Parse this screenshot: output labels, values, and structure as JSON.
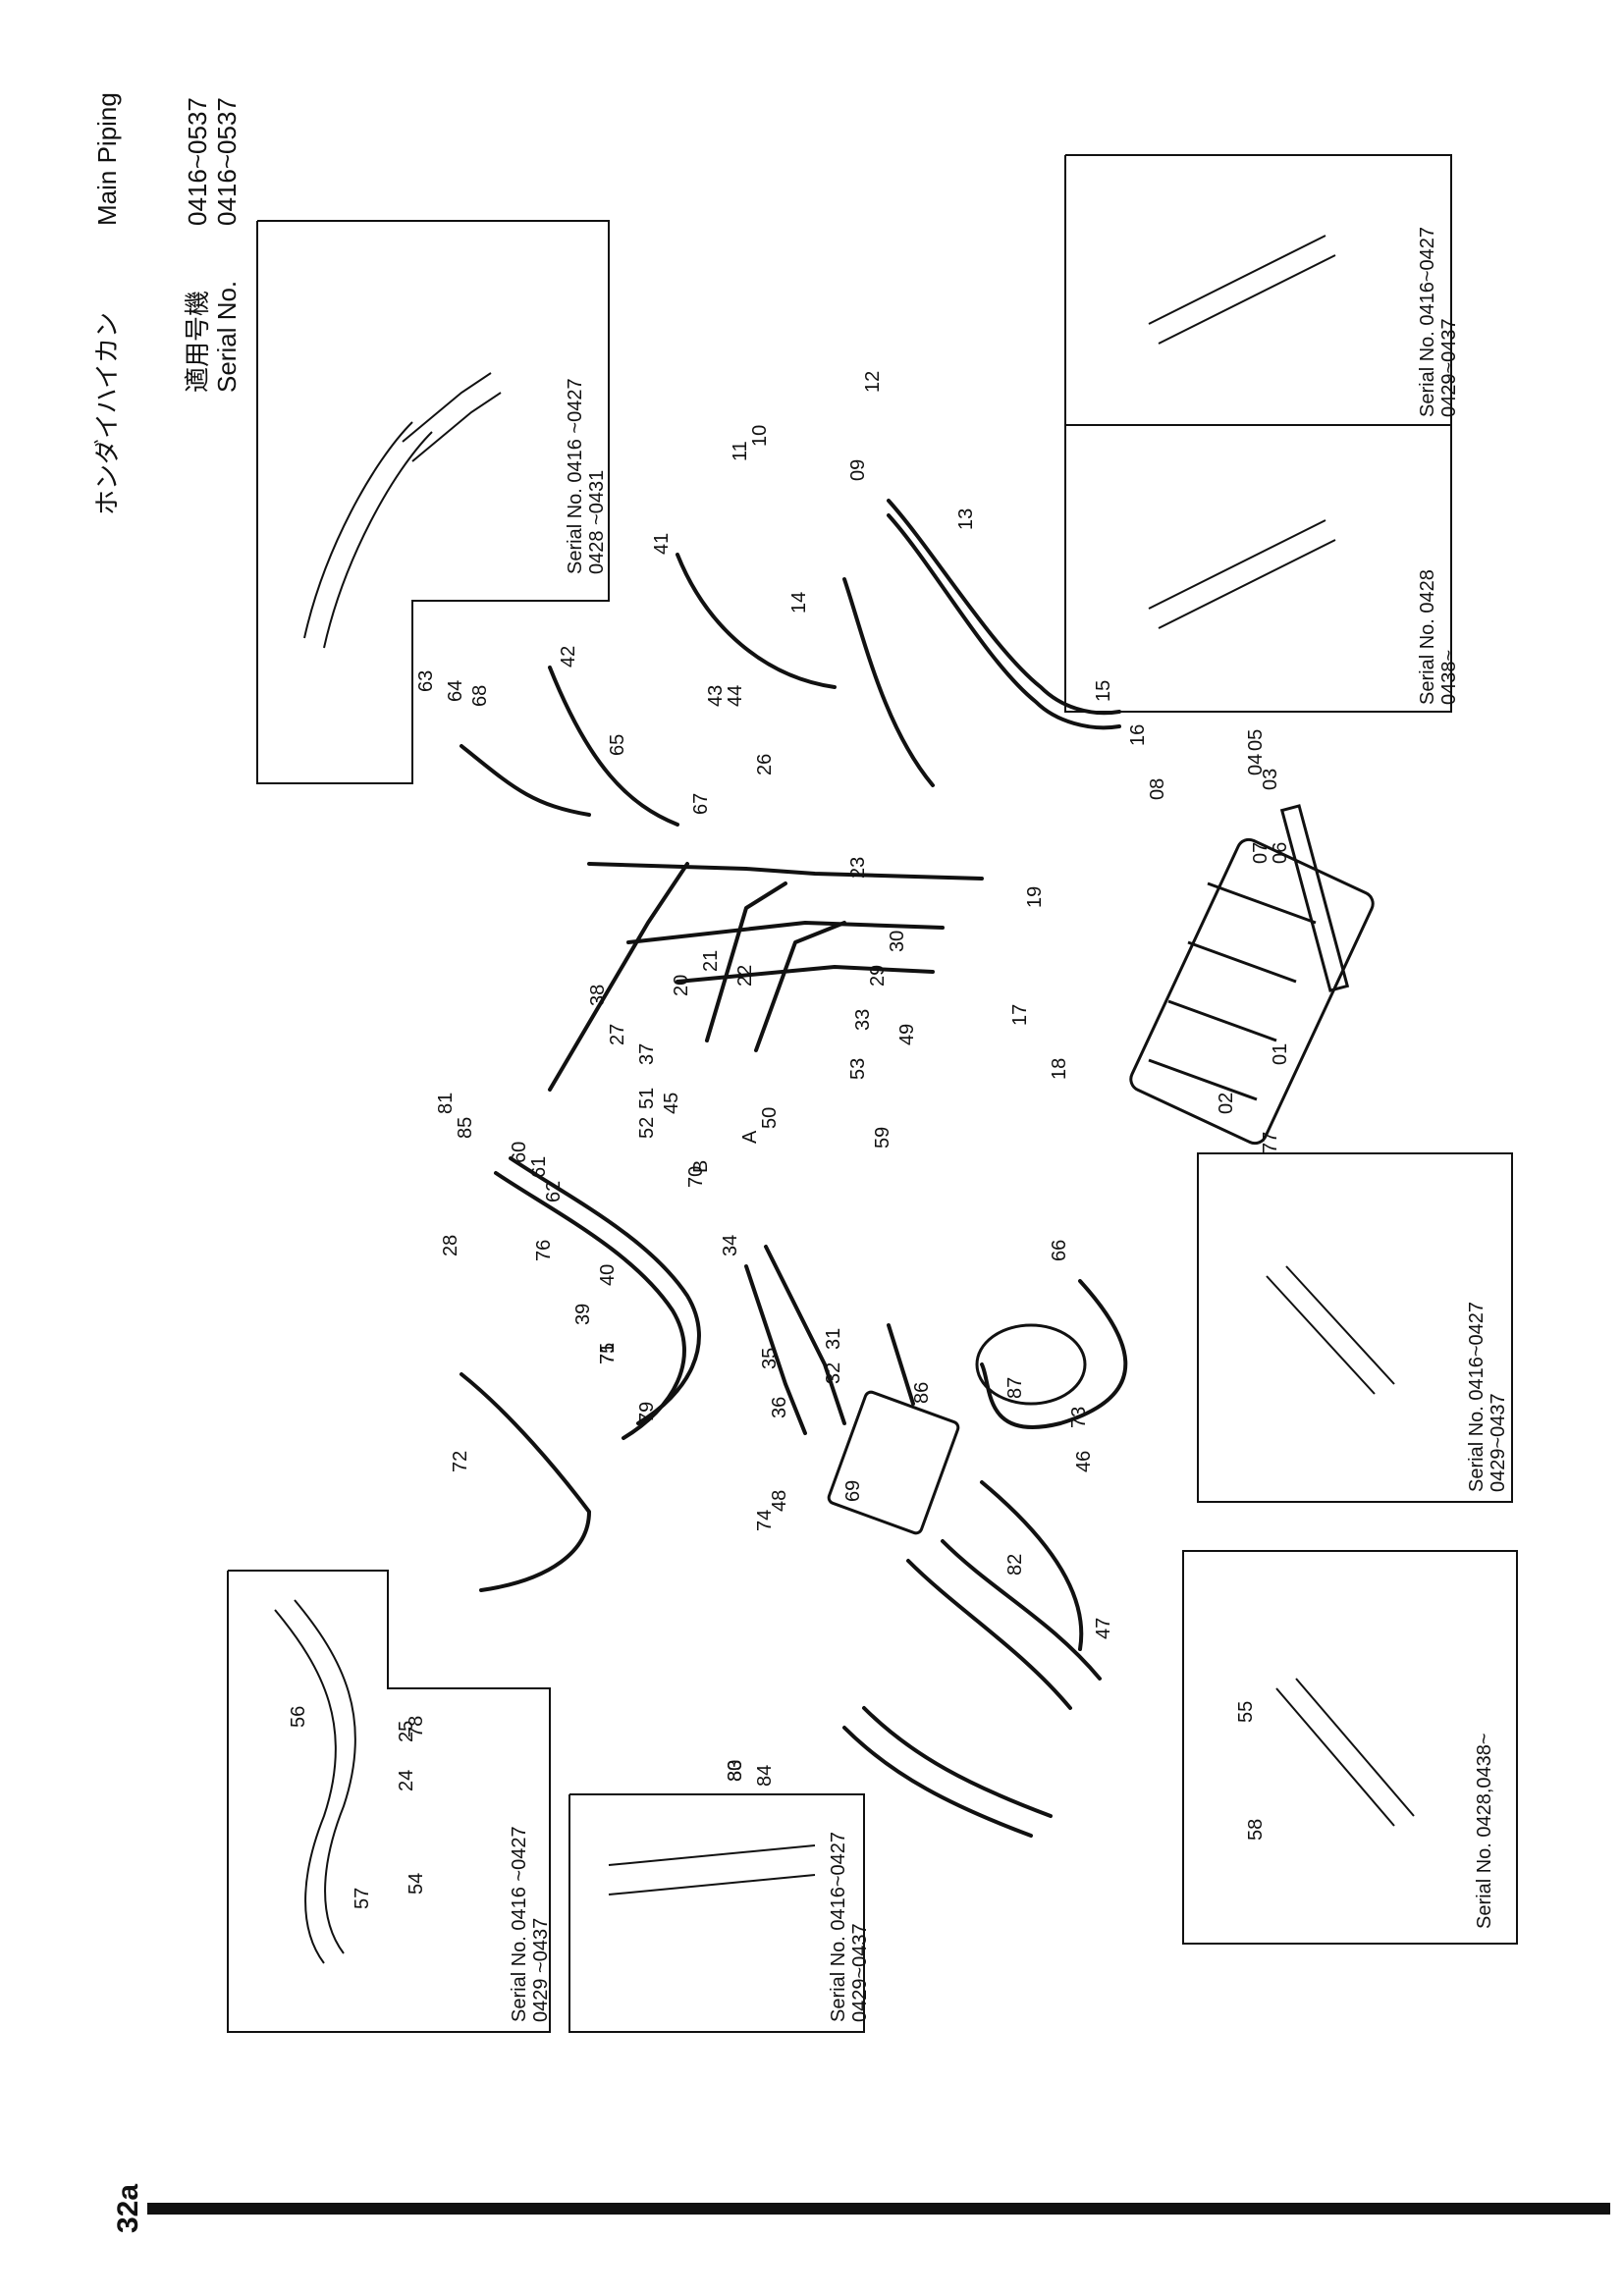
{
  "header": {
    "title_jp": "ホンダイハイカン",
    "title_en": "Main Piping",
    "applicable_jp": "適用号機",
    "serial_label": "Serial No.",
    "range_1": "0416~0537",
    "range_2": "0416~0537"
  },
  "page_number": "32a",
  "insets": {
    "top_left": "Serial No. 0416 ~0427\n0428 ~0431",
    "top_right_a": "Serial No. 0428\n0438~",
    "top_right_b": "Serial No. 0416~0427\n0429~0437",
    "mid_right": "Serial No. 0416~0427\n0429~0437",
    "bottom_left": "Serial No. 0416 ~0427\n0429 ~0437",
    "bottom_mid": "Serial No. 0416~0427\n0429~0437",
    "bottom_right": "Serial No. 0428,0438~"
  },
  "part_numbers": {
    "p01": "01",
    "p02": "02",
    "p03": "03",
    "p04": "04",
    "p05": "05",
    "p06": "06",
    "p07": "07",
    "p08": "08",
    "p09": "09",
    "p10": "10",
    "p11": "11",
    "p12": "12",
    "p13": "13",
    "p14": "14",
    "p15": "15",
    "p16": "16",
    "p17": "17",
    "p18": "18",
    "p19": "19",
    "p20": "20",
    "p21": "21",
    "p22": "22",
    "p23": "23",
    "p24": "24",
    "p25": "25",
    "p26": "26",
    "p27": "27",
    "p28": "28",
    "p29": "29",
    "p30": "30",
    "p31": "31",
    "p32": "32",
    "p33": "33",
    "p34": "34",
    "p35": "35",
    "p36": "36",
    "p37": "37",
    "p38": "38",
    "p39": "39",
    "p40": "40",
    "p41": "41",
    "p42": "42",
    "p43": "43",
    "p44": "44",
    "p45": "45",
    "p46": "46",
    "p47": "47",
    "p48": "48",
    "p49": "49",
    "p50": "50",
    "p51": "51",
    "p52": "52",
    "p53": "53",
    "p54": "54",
    "p55": "55",
    "p56": "56",
    "p57": "57",
    "p58": "58",
    "p59": "59",
    "p60": "60",
    "p61": "61",
    "p62": "62",
    "p63": "63",
    "p64": "64",
    "p65": "65",
    "p66": "66",
    "p67": "67",
    "p68": "68",
    "p69": "69",
    "p70": "70",
    "p71": "71",
    "p72": "72",
    "p73": "73",
    "p74": "74",
    "p75": "75",
    "p76": "76",
    "p77": "77",
    "p78": "78",
    "p79": "79",
    "p80": "80",
    "p81": "81",
    "p82": "82",
    "p83": "83",
    "p84": "84",
    "p85": "85",
    "p86": "86",
    "p87": "87",
    "pA": "A",
    "pB": "B"
  }
}
